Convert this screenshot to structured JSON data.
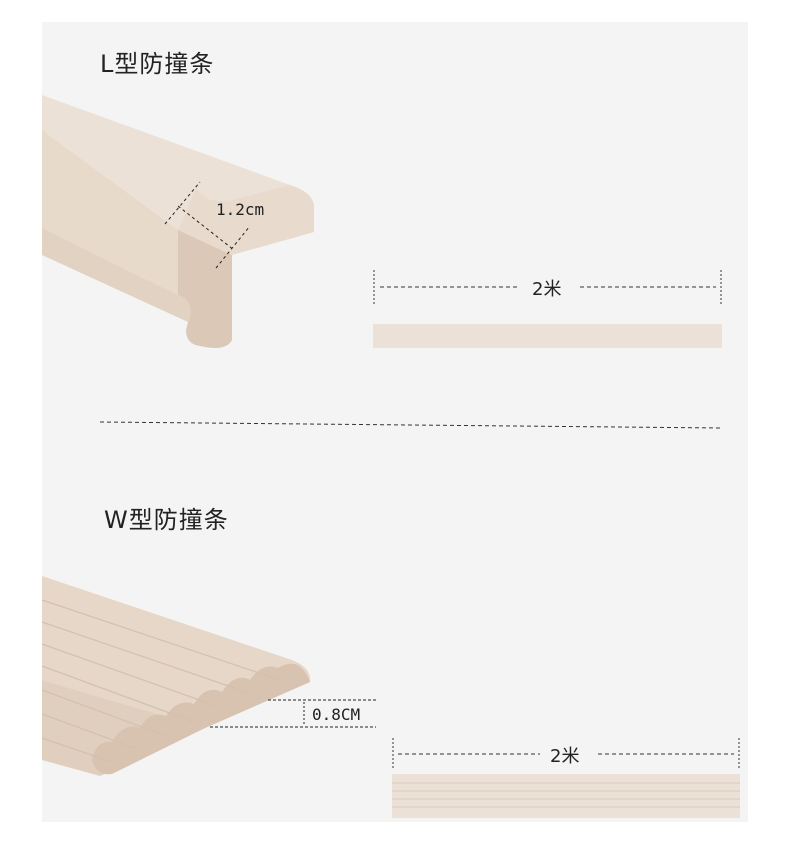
{
  "sections": [
    {
      "title": "L型防撞条",
      "thickness_label": "1.2cm",
      "length_label": "2米"
    },
    {
      "title": "W型防撞条",
      "thickness_label": "0.8CM",
      "length_label": "2米"
    }
  ],
  "colors": {
    "strip_light": "#ece1d6",
    "strip_mid": "#e4d4c4",
    "strip_dark": "#d8c2b0",
    "background": "#f4f4f4",
    "text": "#222222"
  }
}
